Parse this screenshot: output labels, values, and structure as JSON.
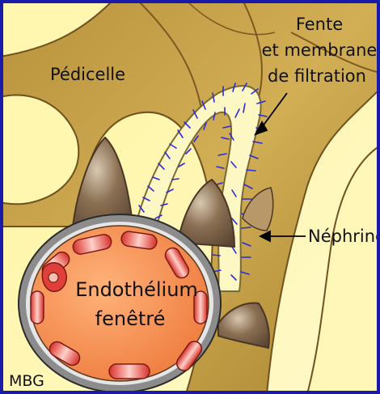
{
  "labels": {
    "pedicelle": "Pédicelle",
    "fente_line1": "Fente",
    "fente_line2": "et membrane",
    "fente_line3": "de filtration",
    "nephrine": "Néphrine",
    "endothelium_line1": "Endothélium",
    "endothelium_line2": "fenêtré",
    "credit": "MBG"
  },
  "colors": {
    "frame": "#1a1aa8",
    "background": "#fff6a8",
    "podocyte": "#c8a24a",
    "podocyte_dark": "#8a6a22",
    "foot_process": "#7a6048",
    "slit_membrane": "#fdf7c4",
    "nephrin_fibers": "#2a2ae0",
    "capillary_rim": "#8c8c8c",
    "endothelium": "#f08a4b",
    "fenestration": "#e0403a"
  }
}
